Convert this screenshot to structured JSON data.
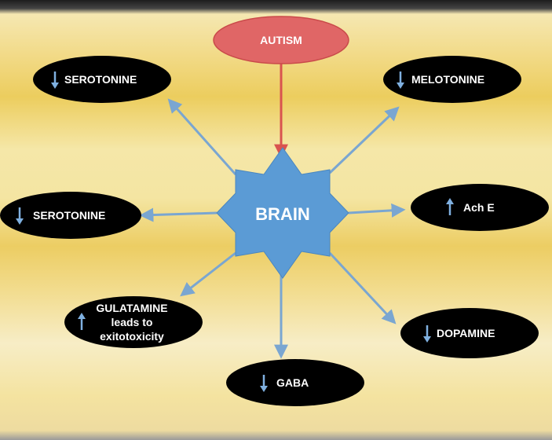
{
  "diagram": {
    "source": {
      "label": "AUTISM"
    },
    "center": {
      "label": "BRAIN"
    },
    "nodes": [
      {
        "id": "serotonine-top",
        "direction": "down",
        "lines": [
          "SEROTONINE"
        ]
      },
      {
        "id": "melotonine",
        "direction": "down",
        "lines": [
          "MELOTONINE"
        ]
      },
      {
        "id": "serotonine-left",
        "direction": "down",
        "lines": [
          "SEROTONINE"
        ]
      },
      {
        "id": "ach-e",
        "direction": "up",
        "lines": [
          "Ach E"
        ]
      },
      {
        "id": "gulatamine",
        "direction": "up",
        "lines": [
          "GULATAMINE",
          "leads to",
          "exitotoxicity"
        ]
      },
      {
        "id": "dopamine",
        "direction": "down",
        "lines": [
          "DOPAMINE"
        ]
      },
      {
        "id": "gaba",
        "direction": "down",
        "lines": [
          "GABA"
        ]
      }
    ],
    "colors": {
      "source_fill": "#e06666",
      "center_fill": "#5b9bd5",
      "node_fill": "#000000",
      "connector": "#7aa6d1",
      "source_arrow": "#d9534f",
      "indicator_arrow": "#7fb0e0"
    }
  }
}
